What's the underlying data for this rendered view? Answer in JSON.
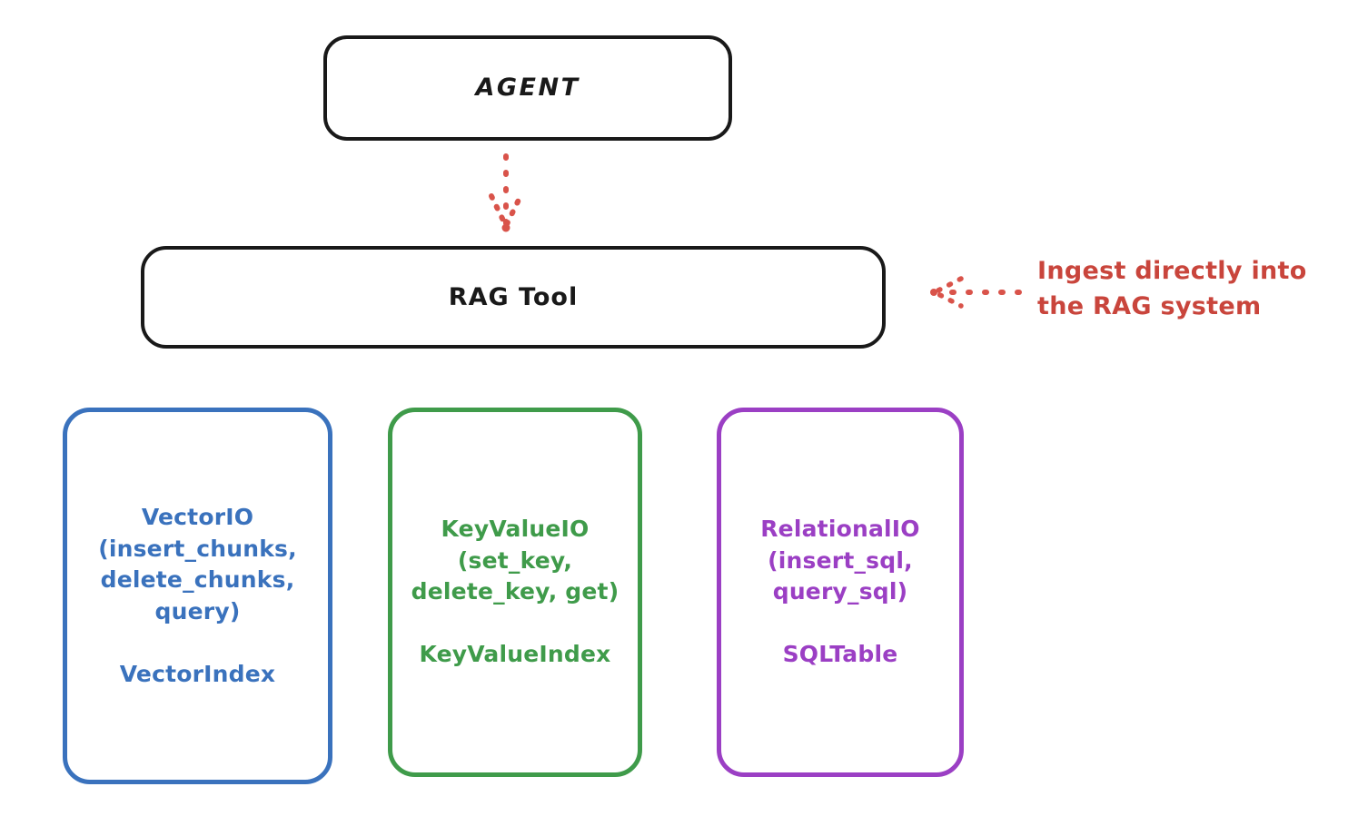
{
  "diagram": {
    "title_node": {
      "id": "agent",
      "label": "AGENT",
      "color": "#191919"
    },
    "middle_node": {
      "id": "rag-tool",
      "label": "RAG Tool",
      "color": "#191919"
    },
    "providers": [
      {
        "id": "vectorio",
        "label": "VectorIO\n(insert_chunks,\ndelete_chunks,\nquery)\n\nVectorIndex",
        "api_name": "VectorIO",
        "methods": [
          "insert_chunks",
          "delete_chunks",
          "query"
        ],
        "index_name": "VectorIndex",
        "color": "#3a72bd"
      },
      {
        "id": "keyvalueio",
        "label": "KeyValueIO\n(set_key,\ndelete_key, get)\n\nKeyValueIndex",
        "api_name": "KeyValueIO",
        "methods": [
          "set_key",
          "delete_key",
          "get"
        ],
        "index_name": "KeyValueIndex",
        "color": "#3f9b4a"
      },
      {
        "id": "relationalio",
        "label": "RelationalIO\n(insert_sql,\nquery_sql)\n\nSQLTable",
        "api_name": "RelationalIO",
        "methods": [
          "insert_sql",
          "query_sql"
        ],
        "index_name": "SQLTable",
        "color": "#9b3fc4"
      }
    ],
    "annotation": {
      "id": "ingest-note",
      "text": "Ingest directly into\nthe RAG system",
      "color": "#c9453c"
    },
    "connectors": [
      {
        "id": "agent-to-rag-tool",
        "style": "dotted-arrow",
        "direction": "down",
        "color": "#d9534a",
        "from": "agent",
        "to": "rag-tool"
      },
      {
        "id": "annotation-to-rag-tool",
        "style": "dotted-arrow",
        "direction": "left",
        "color": "#d9534a",
        "from": "ingest-note",
        "to": "rag-tool"
      }
    ],
    "background_color": "#ffffff"
  }
}
